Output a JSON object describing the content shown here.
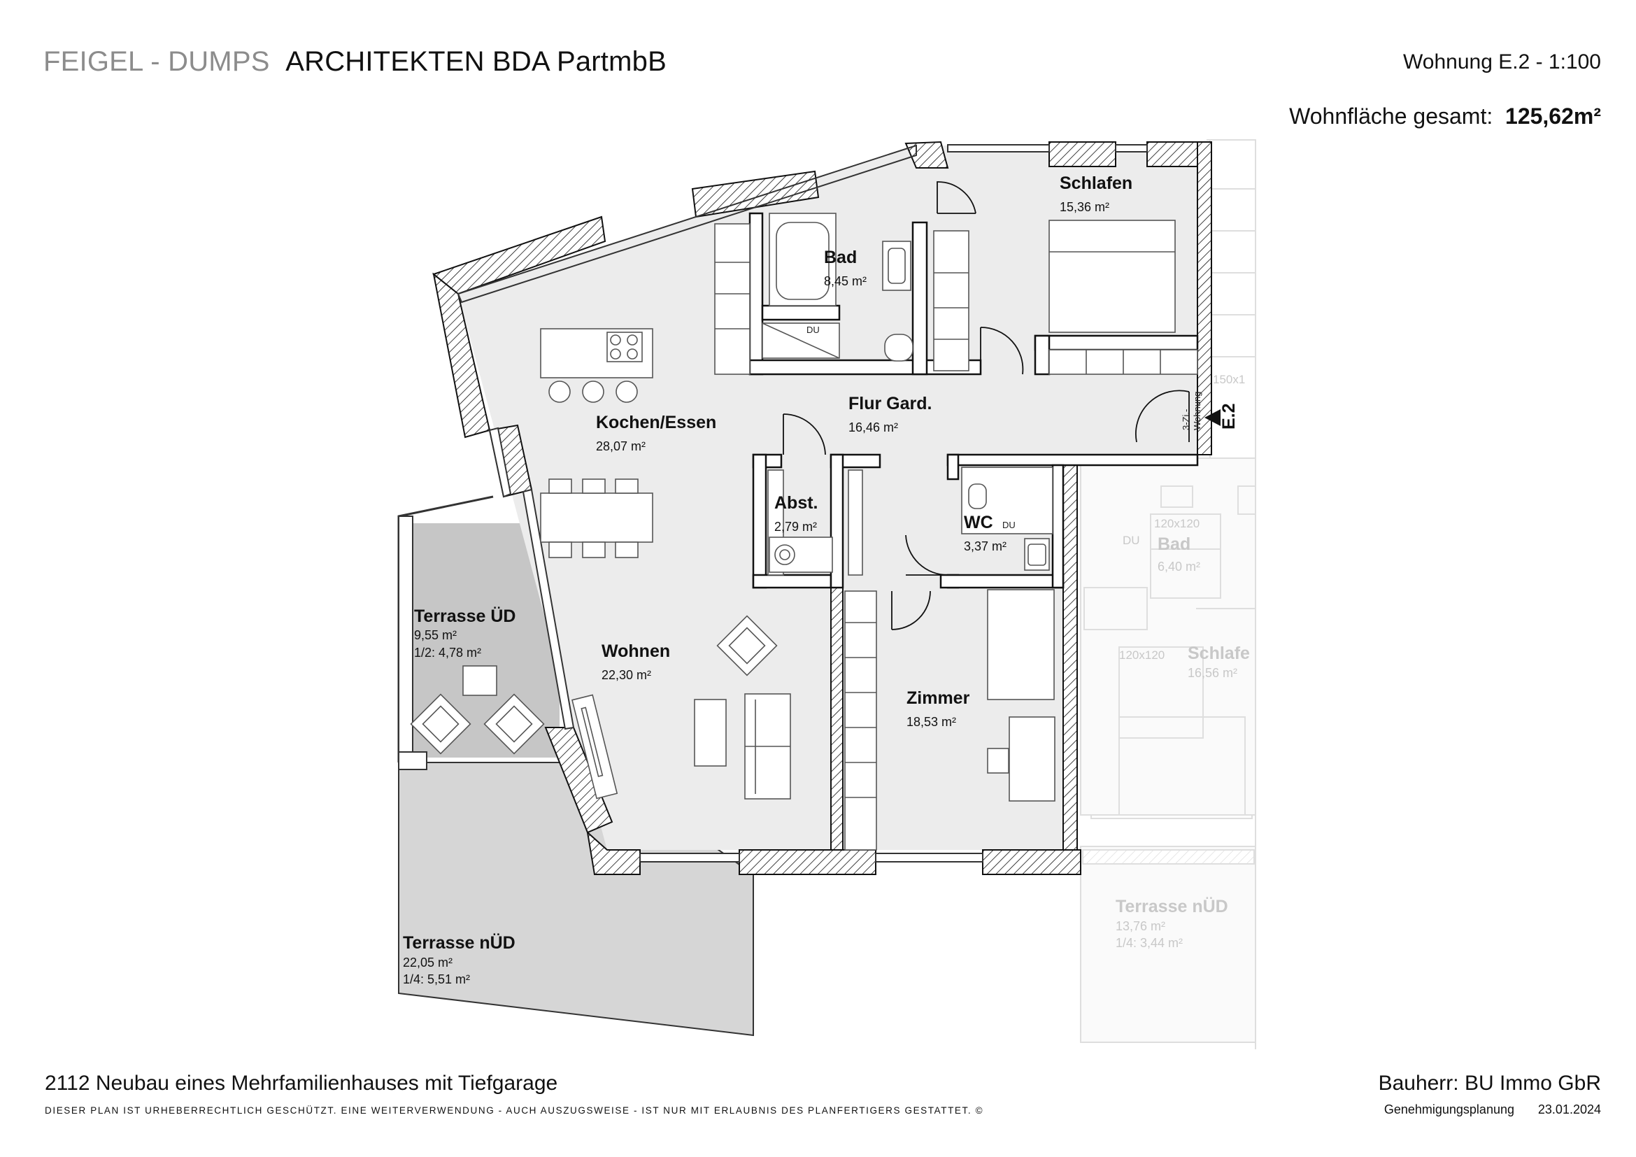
{
  "header": {
    "firm_grey": "FEIGEL - DUMPS",
    "firm_dark": "ARCHITEKTEN BDA PartmbB",
    "plan_title": "Wohnung E.2 - 1:100",
    "area_label": "Wohnfläche gesamt:",
    "area_value": "125,62m²"
  },
  "rooms": {
    "schlafen": {
      "name": "Schlafen",
      "area": "15,36 m²"
    },
    "bad": {
      "name": "Bad",
      "area": "8,45 m²",
      "tag": "DU"
    },
    "kochen": {
      "name": "Kochen/Essen",
      "area": "28,07 m²"
    },
    "flur": {
      "name": "Flur Gard.",
      "area": "16,46 m²"
    },
    "abst": {
      "name": "Abst.",
      "area": "2,79 m²"
    },
    "wc": {
      "name": "WC",
      "area": "3,37 m²",
      "tag": "DU"
    },
    "wohnen": {
      "name": "Wohnen",
      "area": "22,30 m²"
    },
    "zimmer": {
      "name": "Zimmer",
      "area": "18,53 m²"
    },
    "terrasse_ud": {
      "name": "Terrasse ÜD",
      "area": "9,55 m²",
      "share": "1/2: 4,78 m²"
    },
    "terrasse_nud": {
      "name": "Terrasse nÜD",
      "area": "22,05 m²",
      "share": "1/4: 5,51 m²"
    }
  },
  "entrance": {
    "unit_tag": "E.2",
    "unit_type_1": "3-Zi.-",
    "unit_type_2": "Wohnung"
  },
  "neighbor": {
    "bad_name": "Bad",
    "bad_area": "6,40 m²",
    "bad_size": "120x120",
    "bad_tag": "DU",
    "schlafen_name": "Schlafe",
    "schlafen_area": "16,56 m²",
    "schlafen_size": "120x120",
    "terrasse_name": "Terrasse nÜD",
    "terrasse_area": "13,76 m²",
    "terrasse_share": "1/4: 3,44 m²",
    "stair_label": "150x1"
  },
  "footer": {
    "project": "2112 Neubau eines Mehrfamilienhauses mit Tiefgarage",
    "copyright": "DIESER PLAN IST URHEBERRECHTLICH GESCHÜTZT. EINE WEITERVERWENDUNG - AUCH AUSZUGSWEISE - IST NUR MIT ERLAUBNIS DES PLANFERTIGERS GESTATTET. ©",
    "client": "Bauherr: BU Immo GbR",
    "phase": "Genehmigungsplanung",
    "date": "23.01.2024"
  }
}
